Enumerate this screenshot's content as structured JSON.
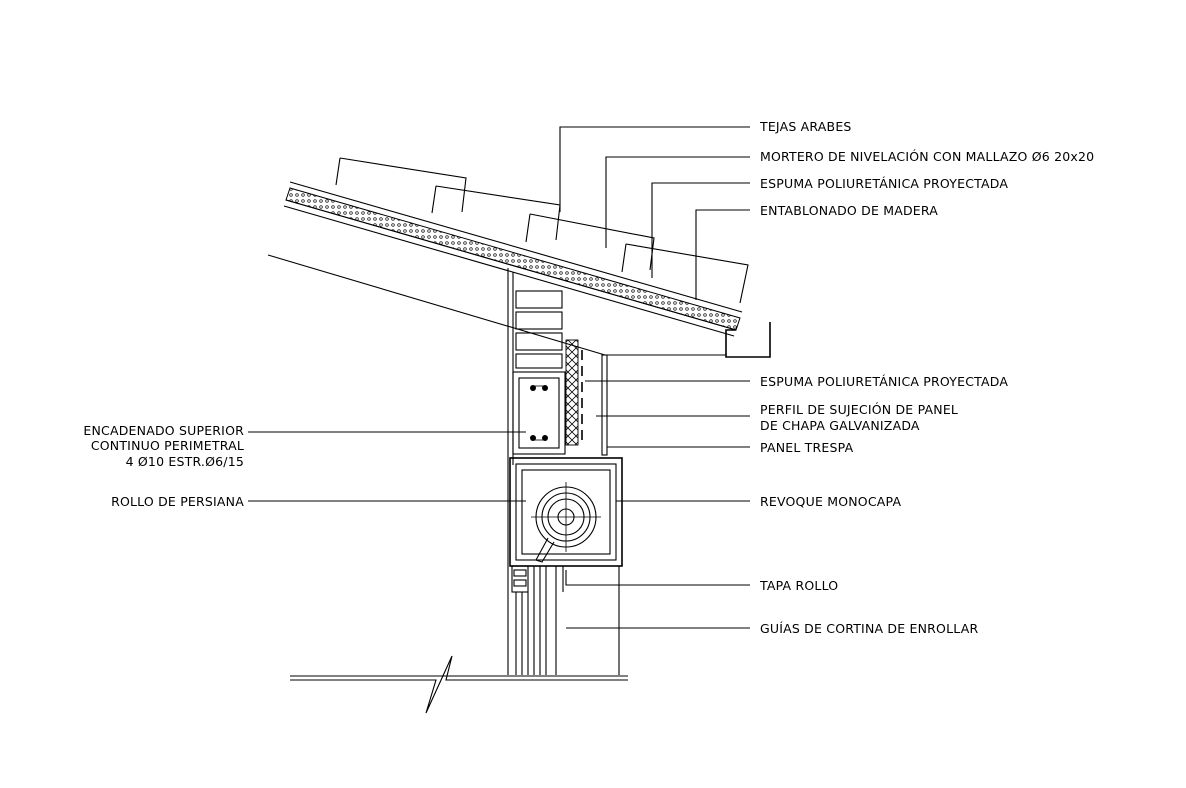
{
  "labels": {
    "tejas": "TEJAS ARABES",
    "mortero": "MORTERO DE NIVELACIÓN CON MALLAZO Ø6 20x20",
    "espuma_top": "ESPUMA POLIURETÁNICA PROYECTADA",
    "entablonado": "ENTABLONADO DE MADERA",
    "espuma_wall": "ESPUMA POLIURETÁNICA PROYECTADA",
    "perfil_1": "PERFIL DE SUJECIÓN DE PANEL",
    "perfil_2": "DE CHAPA GALVANIZADA",
    "panel": "PANEL TRESPA",
    "revoque": "REVOQUE MONOCAPA",
    "tapa": "TAPA ROLLO",
    "guias": "GUÍAS DE CORTINA DE ENROLLAR",
    "encadenado_1": "ENCADENADO SUPERIOR",
    "encadenado_2": "CONTINUO PERIMETRAL",
    "encadenado_3": "4 Ø10 ESTR.Ø6/15",
    "rollo": "ROLLO DE PERSIANA"
  }
}
